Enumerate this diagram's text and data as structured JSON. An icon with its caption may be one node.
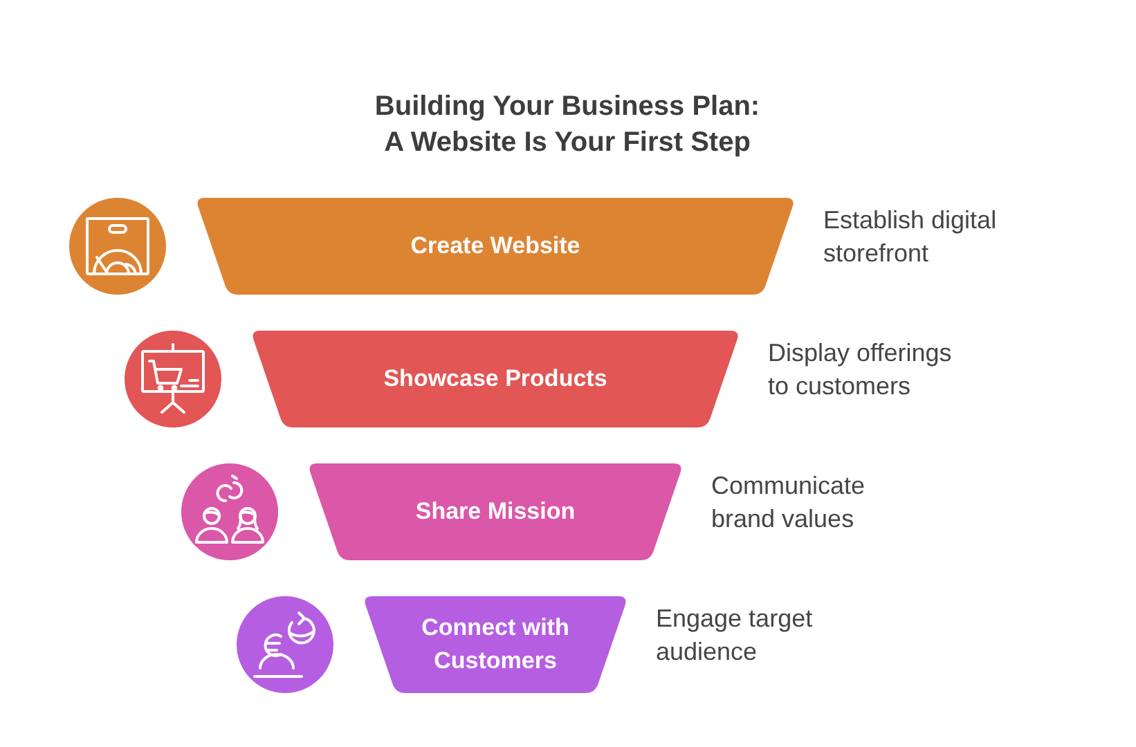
{
  "diagram": {
    "title": "Building Your Business Plan: A Website Is Your First Step",
    "nodes": [
      {
        "text": [
          "Create Website"
        ],
        "beside": [
          "Establish digital storefront"
        ]
      },
      {
        "text": [
          "Showcase Products"
        ],
        "beside": [
          "Display offerings to customers"
        ]
      },
      {
        "text": [
          "Share Mission"
        ],
        "beside": [
          "Communicate brand values"
        ]
      },
      {
        "text": [
          "Connect with Customers"
        ],
        "beside": [
          "Engage target audience"
        ]
      }
    ]
  }
}
